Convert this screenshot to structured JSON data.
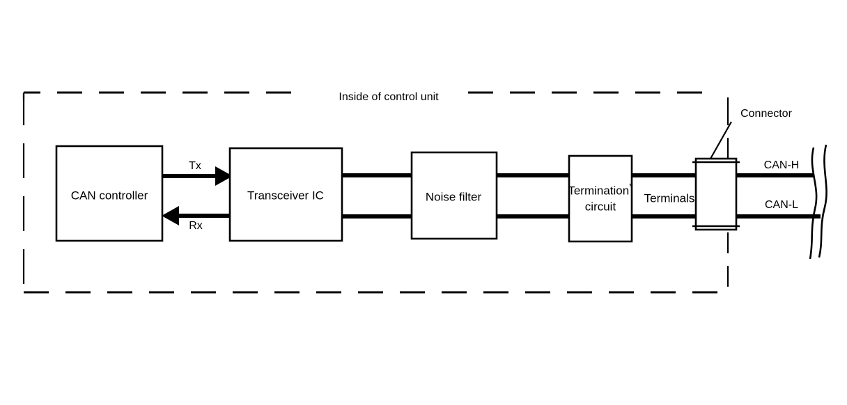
{
  "diagram": {
    "title": "Inside of control unit",
    "boundary_label": "Inside of control unit",
    "blocks": [
      {
        "id": "can-controller",
        "label": "CAN controller"
      },
      {
        "id": "transceiver-ic",
        "label": "Transceiver IC"
      },
      {
        "id": "noise-filter",
        "label": "Noise filter"
      },
      {
        "id": "termination-circuit",
        "label_line1": "Termination",
        "label_line2": "circuit",
        "footnote_marker": "*"
      },
      {
        "id": "connector",
        "label": "Connector"
      }
    ],
    "signals": {
      "tx": "Tx",
      "rx": "Rx",
      "can_high": "CAN-H",
      "can_low": "CAN-L"
    },
    "annotations": {
      "terminals": "Terminals",
      "connector": "Connector"
    },
    "colors": {
      "line": "#000000",
      "background": "#ffffff"
    }
  }
}
